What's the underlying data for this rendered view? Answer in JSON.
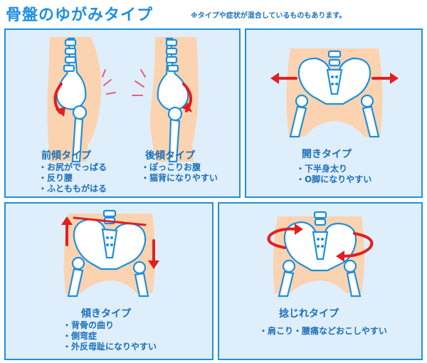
{
  "title": "骨盤のゆがみタイプ",
  "note": "※タイプや症状が混合しているものもあります。",
  "panels": {
    "anterior": {
      "title": "前傾タイプ",
      "items": [
        "・お尻がでっぱる",
        "・反り腰",
        "・ふとももがはる"
      ]
    },
    "posterior": {
      "title": "後傾タイプ",
      "items": [
        "・ぽっこりお腹",
        "・猫背になりやすい"
      ]
    },
    "open": {
      "title": "開きタイプ",
      "items": [
        "・下半身太り",
        "・O脚になりやすい"
      ]
    },
    "tilt": {
      "title": "傾きタイプ",
      "items": [
        "・背骨の曲り",
        "・側弯症",
        "・外反母趾になりやすい"
      ]
    },
    "twist": {
      "title": "捻じれタイプ",
      "items": [
        "・肩こり・腰痛などおこしやすい"
      ]
    }
  },
  "colors": {
    "accent": "#1d8fe0",
    "panel_bg": "#dfeefb",
    "arrow": "#e02020",
    "skin": "#fbd3b0"
  }
}
